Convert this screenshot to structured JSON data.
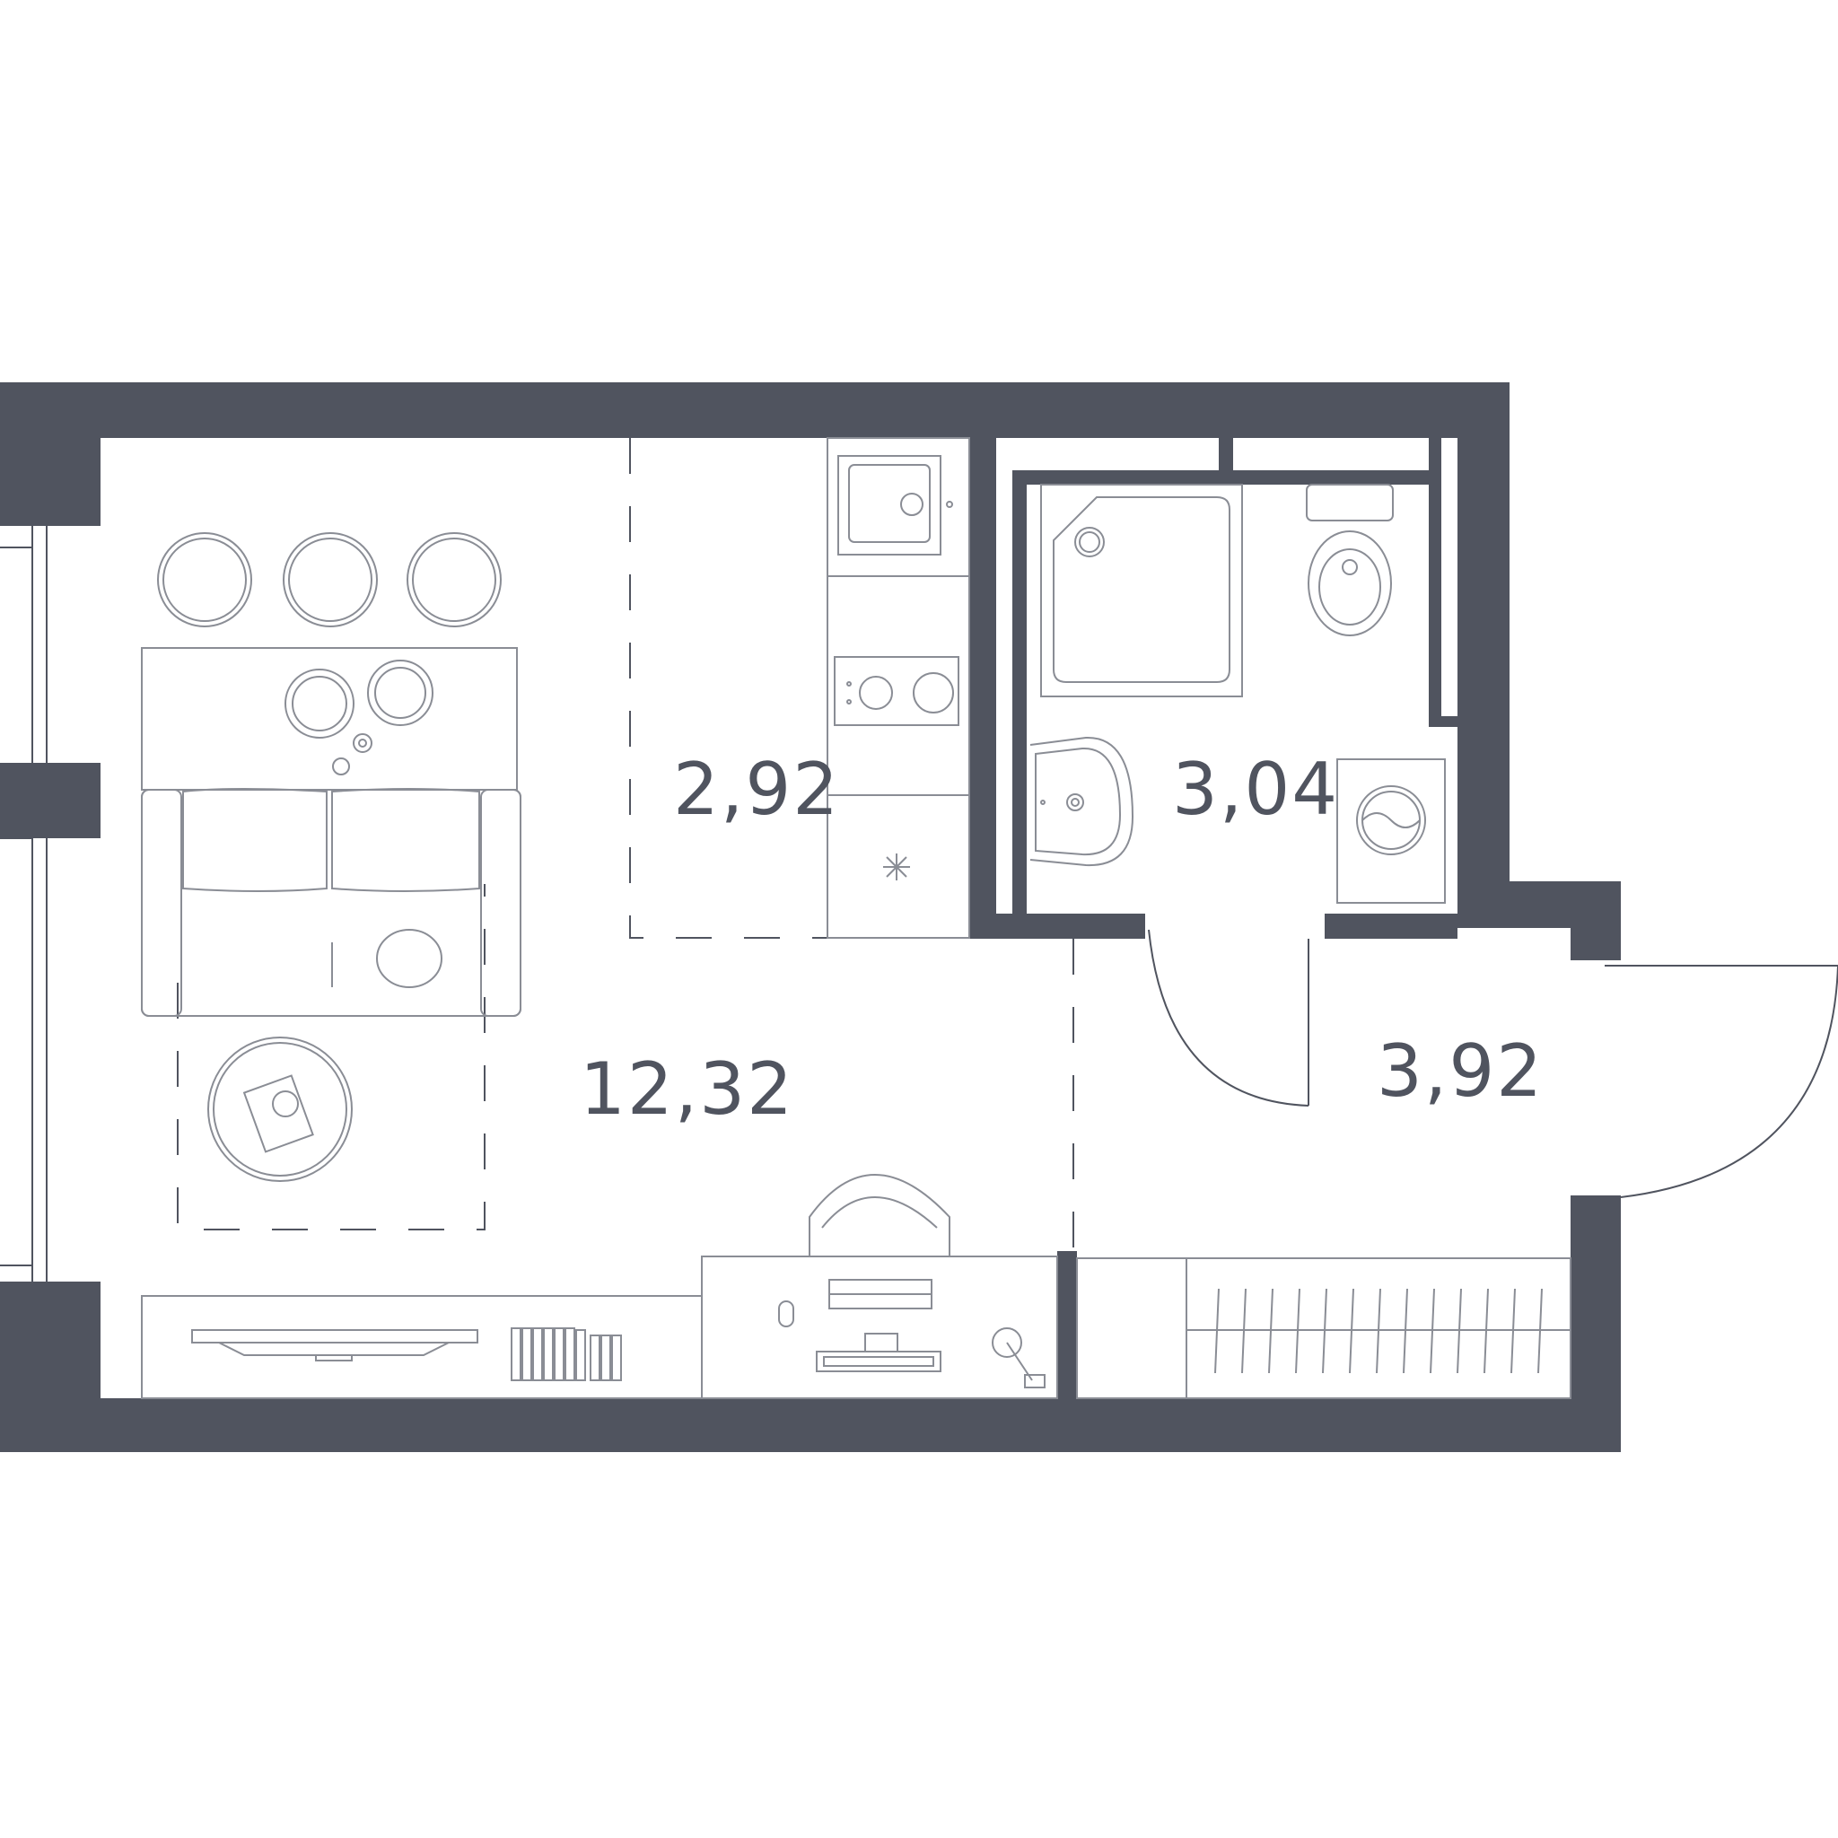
{
  "colors": {
    "wall": "#50545f",
    "line": "#50545f",
    "furniture": "#8a8d95",
    "background": "#ffffff"
  },
  "rooms": {
    "living_area": "12,32",
    "kitchen_area": "2,92",
    "bathroom_area": "3,04",
    "hallway_area": "3,92"
  },
  "icons": [
    "sofa-icon",
    "dining-table-icon",
    "chair-icon",
    "coffee-table-icon",
    "tv-stand-icon",
    "books-icon",
    "desk-icon",
    "office-chair-icon",
    "keyboard-icon",
    "mouse-icon",
    "monitor-icon",
    "desk-lamp-icon",
    "kitchen-sink-icon",
    "stove-icon",
    "fridge-icon",
    "shower-icon",
    "toilet-icon",
    "washbasin-icon",
    "washing-machine-icon",
    "wardrobe-icon",
    "door-icon",
    "window-icon"
  ]
}
